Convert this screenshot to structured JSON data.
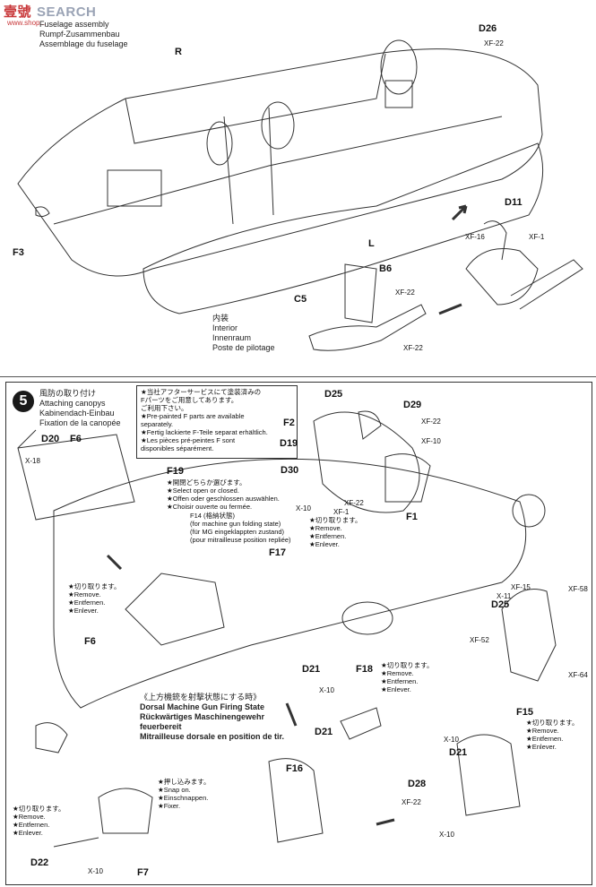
{
  "watermark": {
    "brand": "SEARCH",
    "jp": "壹號",
    "sub": "www.shop..."
  },
  "step4": {
    "title_lines": [
      "Fuselage assembly",
      "Rumpf-Zusammenbau",
      "Assemblage du fuselage"
    ],
    "interior_jp": "内装",
    "interior_lines": [
      "Interior",
      "Innenraum",
      "Poste de pilotage"
    ],
    "parts": {
      "r": "R",
      "d26": "D26",
      "xf22a": "XF-22",
      "d11": "D11",
      "xf16": "XF-16",
      "xf1": "XF-1",
      "l": "L",
      "f3": "F3",
      "b6": "B6",
      "c5": "C5",
      "xf22b": "XF-22",
      "xf22c": "XF-22"
    }
  },
  "step5": {
    "number": "5",
    "title_lines": [
      "風防の取り付け",
      "Attaching canopys",
      "Kabinendach-Einbau",
      "Fixation de la canopée"
    ],
    "notebox_lines": [
      "★当社アフターサービスにて塗装済みの",
      "Fパーツをご用意してあります。",
      "ご利用下さい。",
      "★Pre-painted F parts are available",
      "separately.",
      "★Fertig lackierte F-Teile separat erhältlich.",
      "★Les pièces pré-peintes F sont",
      "disponibles séparément."
    ],
    "parts": {
      "d20": "D20",
      "f6a": "F6",
      "x18": "X-18",
      "d25a": "D25",
      "d29": "D29",
      "xf22a": "XF-22",
      "xf10": "XF-10",
      "f2": "F2",
      "d19": "D19",
      "d30": "D30",
      "x10a": "X-10",
      "xf1": "XF-1",
      "xf22b": "XF-22",
      "f1": "F1",
      "f19": "F19",
      "f14": "F14",
      "f17": "F17",
      "f6b": "F6",
      "d21a": "D21",
      "x10b": "X-10",
      "f18": "F18",
      "xf15": "XF-15",
      "x11": "X-11",
      "xf58": "XF-58",
      "d25b": "D25",
      "xf52": "XF-52",
      "xf64": "XF-64",
      "d21b": "D21",
      "f16": "F16",
      "f15": "F15",
      "x10c": "X-10",
      "d21c": "D21",
      "d28": "D28",
      "xf22c": "XF-22",
      "x10d": "X-10",
      "d22": "D22",
      "x10e": "X-10",
      "f7": "F7"
    },
    "f19_note": [
      "★開閉どちらか選びます。",
      "★Select open or closed.",
      "★Offen oder geschlossen auswählen.",
      "★Choisir ouverte ou fermée."
    ],
    "f14_note": [
      "F14 (格納状態)",
      "(for machine gun folding state)",
      "(für MG eingeklappten zustand)",
      "(pour mitrailleuse position repliée)"
    ],
    "cut_lines": [
      "★切り取ります。",
      "★Remove.",
      "★Entfernen.",
      "★Enlever."
    ],
    "snap_lines": [
      "★押し込みます。",
      "★Snap on.",
      "★Einschnappen.",
      "★Fixer."
    ],
    "dorsal_lines": [
      "《上方機銃を射撃状態にする時》",
      "Dorsal Machine Gun Firing State",
      "Rückwärtiges Maschinengewehr feuerbereit",
      "Mitrailleuse dorsale en position de tir."
    ]
  }
}
